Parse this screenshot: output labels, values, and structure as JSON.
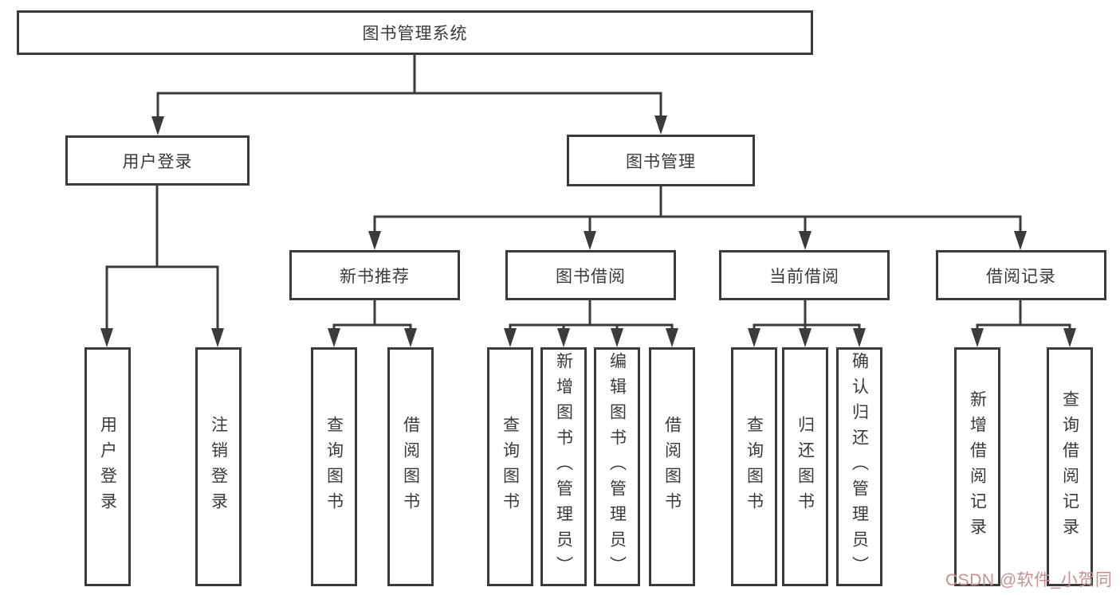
{
  "diagram": {
    "root": {
      "label": "图书管理系统"
    },
    "branches": [
      {
        "label": "用户登录",
        "children": [
          "用户登录",
          "注销登录"
        ]
      },
      {
        "label": "图书管理",
        "groups": [
          {
            "label": "新书推荐",
            "children": [
              "查询图书",
              "借阅图书"
            ]
          },
          {
            "label": "图书借阅",
            "children": [
              "查询图书",
              "新增图书（管理员）",
              "编辑图书（管理员）",
              "借阅图书"
            ]
          },
          {
            "label": "当前借阅",
            "children": [
              "查询图书",
              "归还图书",
              "确认归还（管理员）"
            ]
          },
          {
            "label": "借阅记录",
            "children": [
              "新增借阅记录",
              "查询借阅记录"
            ]
          }
        ]
      }
    ]
  },
  "watermark": {
    "text": "CSDN @软件_小贺同学"
  },
  "colors": {
    "line": "#3b3b3b",
    "text": "#3a3a3a",
    "background": "#ffffff",
    "watermark": "#c9908f"
  }
}
